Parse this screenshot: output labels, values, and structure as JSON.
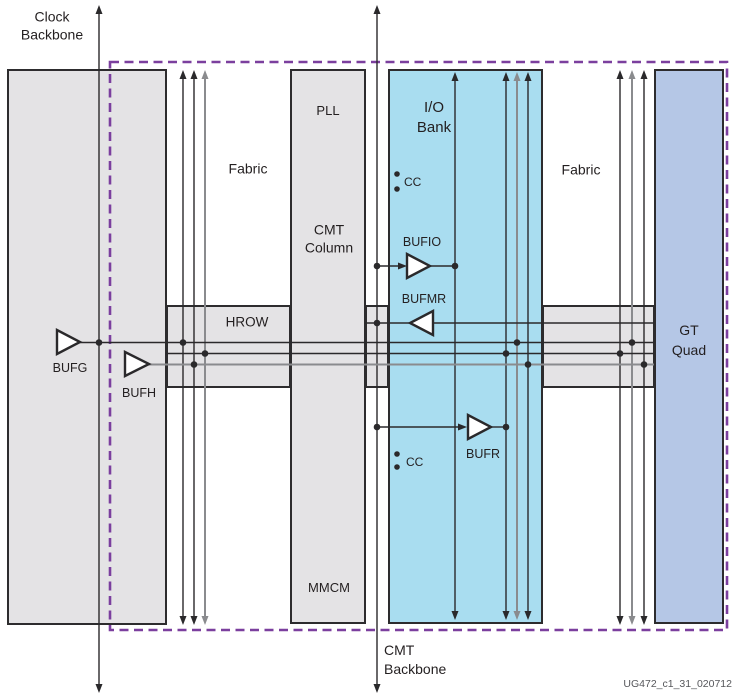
{
  "regions": {
    "clock_backbone": {
      "l1": "Clock",
      "l2": "Backbone"
    },
    "fabric_left": "Fabric",
    "fabric_right": "Fabric",
    "pll": "PLL",
    "mmcm": "MMCM",
    "cmt_column": {
      "l1": "CMT",
      "l2": "Column"
    },
    "io_bank": {
      "l1": "I/O",
      "l2": "Bank"
    },
    "gt_quad": {
      "l1": "GT",
      "l2": "Quad"
    },
    "hrow": "HROW",
    "cmt_backbone": {
      "l1": "CMT",
      "l2": "Backbone"
    }
  },
  "buffers": {
    "bufg": "BUFG",
    "bufh": "BUFH",
    "bufio": "BUFIO",
    "bufmr": "BUFMR",
    "bufr": "BUFR"
  },
  "clock_capable": {
    "cc_top": "CC",
    "cc_bottom": "CC"
  },
  "footer": {
    "doc_ref": "UG472_c1_31_020712"
  },
  "colors": {
    "box_gray": "#e4e3e5",
    "io_bank_blue": "#a9ddf0",
    "gt_quad_blue": "#b5c7e6",
    "dashed_purple": "#7b3f9e",
    "line_black": "#2a292b",
    "line_gray": "#8a8b8e",
    "text_dark": "#231f20"
  }
}
